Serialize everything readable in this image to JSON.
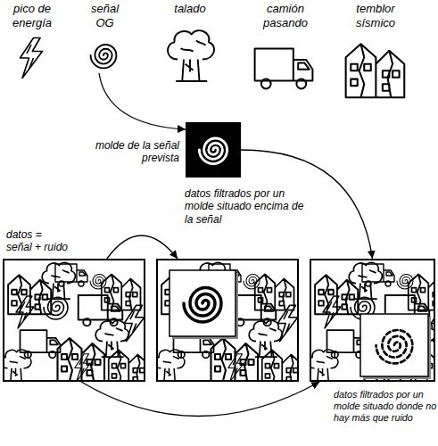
{
  "diagram": {
    "nodes": [
      {
        "text": [
          "pico de energía"
        ]
      },
      {
        "text": [
          "señal OG"
        ]
      },
      {
        "text": [
          "talado"
        ]
      },
      {
        "text": [
          "camión pasando"
        ]
      },
      {
        "text": [
          "temblor sísmico"
        ]
      },
      {
        "text": [
          "molde de la señal prevista"
        ]
      },
      {
        "text": [
          "datos = señal + ruido"
        ]
      },
      {
        "text": [
          "datos filtrados por un molde situado encima de la señal"
        ]
      },
      {
        "text": [
          "datos filtrados por un molde situado donde no hay más que ruido"
        ]
      }
    ],
    "edges": [
      {
        "from": 1,
        "to": 5,
        "arrow": "to"
      },
      {
        "from": 5,
        "to": 8,
        "arrow": "to"
      },
      {
        "from": 6,
        "to": 7,
        "arrow": "to"
      },
      {
        "from": 6,
        "to": 8,
        "arrow": "to"
      }
    ]
  }
}
